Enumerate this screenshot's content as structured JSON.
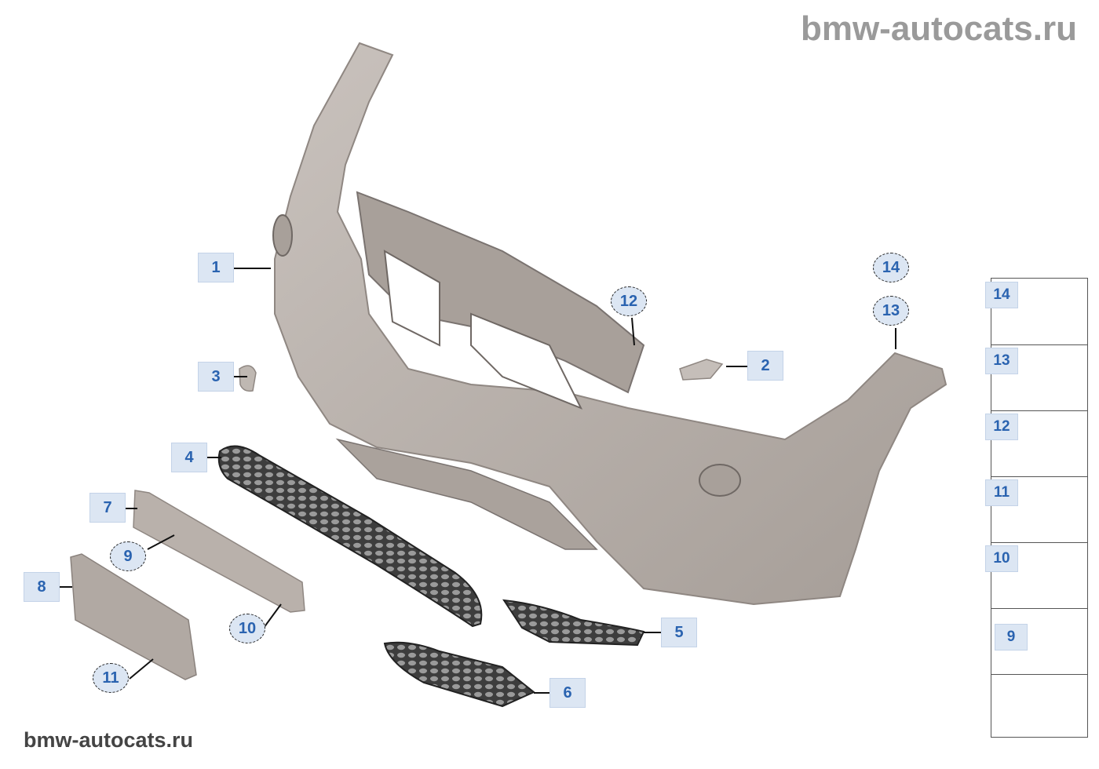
{
  "watermark": {
    "top": "bmw-autocats.ru",
    "bottom": "bmw-autocats.ru"
  },
  "callouts": [
    {
      "id": "c1",
      "label": "1",
      "style": "box"
    },
    {
      "id": "c2",
      "label": "2",
      "style": "box"
    },
    {
      "id": "c3",
      "label": "3",
      "style": "box"
    },
    {
      "id": "c4",
      "label": "4",
      "style": "box"
    },
    {
      "id": "c5",
      "label": "5",
      "style": "box"
    },
    {
      "id": "c6",
      "label": "6",
      "style": "box"
    },
    {
      "id": "c7",
      "label": "7",
      "style": "box"
    },
    {
      "id": "c8",
      "label": "8",
      "style": "box"
    },
    {
      "id": "c9",
      "label": "9",
      "style": "circle"
    },
    {
      "id": "c10",
      "label": "10",
      "style": "circle"
    },
    {
      "id": "c11",
      "label": "11",
      "style": "circle"
    },
    {
      "id": "c12",
      "label": "12",
      "style": "circle"
    },
    {
      "id": "c13",
      "label": "13",
      "style": "circle"
    },
    {
      "id": "c14",
      "label": "14",
      "style": "circle"
    }
  ],
  "legend": [
    {
      "label": "14",
      "icon": "hex-flange-screw-icon"
    },
    {
      "label": "13",
      "icon": "spring-nut-clip-icon"
    },
    {
      "label": "12",
      "icon": "fillister-head-screw-icon"
    },
    {
      "label": "11",
      "icon": "oval-head-screw-icon"
    },
    {
      "label": "10",
      "icon": "oval-head-screw-icon"
    },
    {
      "label": "9",
      "icon": "small-screw-icon"
    }
  ],
  "legend_footer_icon": "front-car-direction-icon",
  "colors": {
    "part": "#b9b1ab",
    "part_dark": "#8f8782",
    "grille": "#4a4a4a",
    "callout_bg": "#dce6f3",
    "callout_text": "#2a63b0"
  }
}
